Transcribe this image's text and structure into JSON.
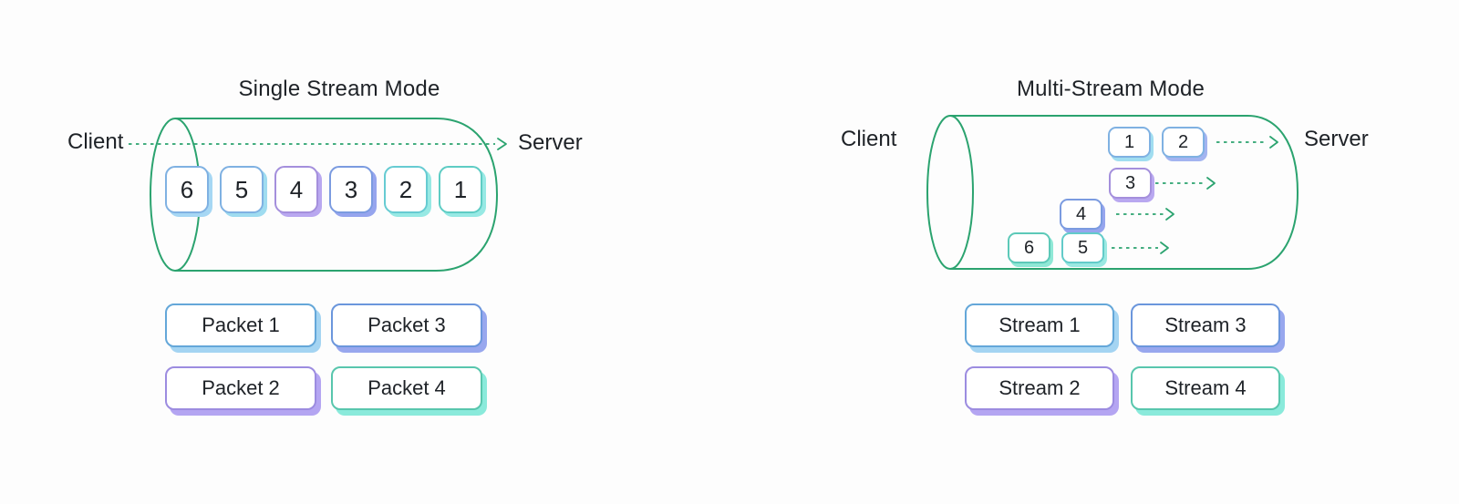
{
  "colors": {
    "tube": "#2ba36f",
    "arrow": "#2ba36f",
    "text": "#1e2227",
    "background": "#fdfdfd"
  },
  "panels": [
    {
      "title": "Single Stream Mode",
      "client_label": "Client",
      "server_label": "Server",
      "packets": [
        {
          "num": "6",
          "border": "#7fb1e2",
          "shadow": "#a6d7f4"
        },
        {
          "num": "5",
          "border": "#7fb1e2",
          "shadow": "#9fdcf0"
        },
        {
          "num": "4",
          "border": "#a48fdc",
          "shadow": "#b9a8f0"
        },
        {
          "num": "3",
          "border": "#7b9be0",
          "shadow": "#96a5ee"
        },
        {
          "num": "2",
          "border": "#66cbd2",
          "shadow": "#97e9e4"
        },
        {
          "num": "1",
          "border": "#5eccc4",
          "shadow": "#97e9e4"
        }
      ],
      "chips": [
        {
          "label": "Packet 1",
          "border": "#64a7d9",
          "shadow": "#a4d4f2"
        },
        {
          "label": "Packet 3",
          "border": "#6b96dc",
          "shadow": "#98a7ee"
        },
        {
          "label": "Packet 2",
          "border": "#9c8ce0",
          "shadow": "#b4a5f2"
        },
        {
          "label": "Packet 4",
          "border": "#58c6ad",
          "shadow": "#8aeadb"
        }
      ]
    },
    {
      "title": "Multi-Stream Mode",
      "client_label": "Client",
      "server_label": "Server",
      "streams": [
        {
          "boxes": [
            {
              "num": "1",
              "border": "#7fb1e2",
              "shadow": "#a0ddf0"
            },
            {
              "num": "2",
              "border": "#7fb1e2",
              "shadow": "#a3b4f0"
            }
          ]
        },
        {
          "boxes": [
            {
              "num": "3",
              "border": "#a48fdc",
              "shadow": "#b9a8f0"
            }
          ]
        },
        {
          "boxes": [
            {
              "num": "4",
              "border": "#7b9be0",
              "shadow": "#96a5ee"
            }
          ]
        },
        {
          "boxes": [
            {
              "num": "6",
              "border": "#5cc9b8",
              "shadow": "#8fe8d6"
            },
            {
              "num": "5",
              "border": "#62cbc9",
              "shadow": "#9ae9e2"
            }
          ]
        }
      ],
      "chips": [
        {
          "label": "Stream 1",
          "border": "#64a7d9",
          "shadow": "#a4d4f2"
        },
        {
          "label": "Stream 3",
          "border": "#6b96dc",
          "shadow": "#98a7ee"
        },
        {
          "label": "Stream 2",
          "border": "#9c8ce0",
          "shadow": "#b4a5f2"
        },
        {
          "label": "Stream 4",
          "border": "#58c6ad",
          "shadow": "#8aeadb"
        }
      ]
    }
  ]
}
